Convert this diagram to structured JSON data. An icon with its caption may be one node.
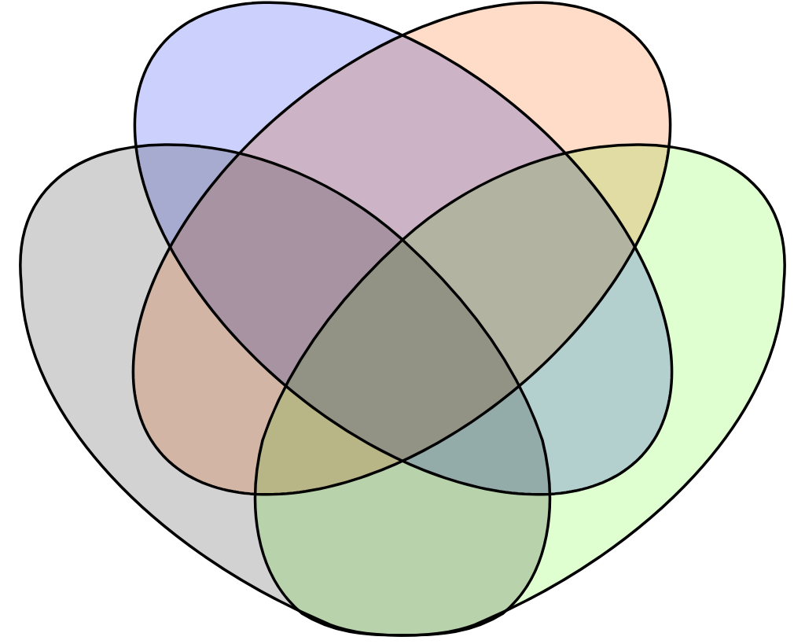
{
  "diagram": {
    "nodes": [
      {
        "text": [],
        "shape": "teardrop"
      },
      {
        "text": [],
        "shape": "ellipse"
      },
      {
        "text": [],
        "shape": "ellipse"
      },
      {
        "text": [],
        "shape": "teardrop"
      }
    ]
  }
}
